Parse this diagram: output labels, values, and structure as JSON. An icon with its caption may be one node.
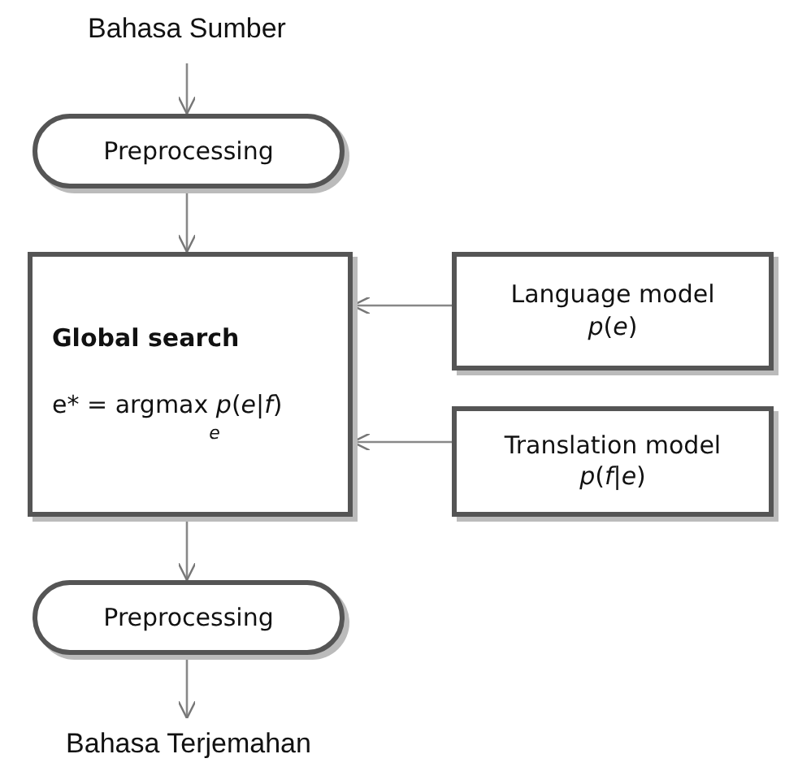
{
  "diagram": {
    "nodes": [
      {
        "text": [
          "Bahasa Sumber"
        ]
      },
      {
        "text": [
          "Preprocessing"
        ]
      },
      {
        "text": [
          "Global search",
          "e* = argmax *p*(*e*|*f*)",
          "e"
        ]
      },
      {
        "text": [
          "Language model",
          "*p*(*e*)"
        ]
      },
      {
        "text": [
          "Translation model",
          "*p*(*f*|*e*)"
        ]
      },
      {
        "text": [
          "Preprocessing"
        ]
      },
      {
        "text": [
          "Bahasa Terjemahan"
        ]
      }
    ],
    "edges": [
      {
        "from": 0,
        "to": 1,
        "arrow": "to"
      },
      {
        "from": 1,
        "to": 2,
        "arrow": "to"
      },
      {
        "from": 3,
        "to": 2,
        "arrow": "to"
      },
      {
        "from": 4,
        "to": 2,
        "arrow": "to"
      },
      {
        "from": 2,
        "to": 5,
        "arrow": "to"
      },
      {
        "from": 5,
        "to": 6,
        "arrow": "to"
      }
    ]
  }
}
